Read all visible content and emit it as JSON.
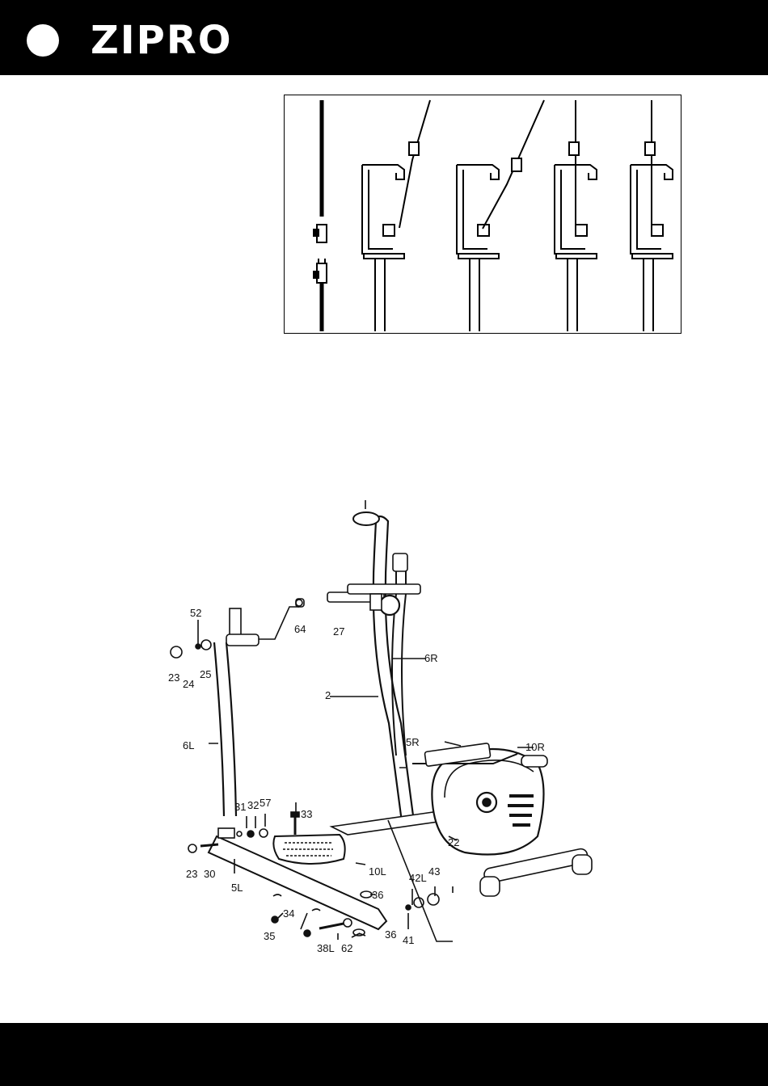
{
  "brand": {
    "name": "ZIPRO"
  },
  "parts": [
    {
      "id": "p52",
      "label": "52"
    },
    {
      "id": "p23a",
      "label": "23"
    },
    {
      "id": "p24",
      "label": "24"
    },
    {
      "id": "p25",
      "label": "25"
    },
    {
      "id": "p64",
      "label": "64"
    },
    {
      "id": "p27",
      "label": "27"
    },
    {
      "id": "p6R",
      "label": "6R"
    },
    {
      "id": "p2",
      "label": "2"
    },
    {
      "id": "p6L",
      "label": "6L"
    },
    {
      "id": "p5R",
      "label": "5R"
    },
    {
      "id": "p10R",
      "label": "10R"
    },
    {
      "id": "p31",
      "label": "31"
    },
    {
      "id": "p32",
      "label": "32"
    },
    {
      "id": "p57",
      "label": "57"
    },
    {
      "id": "p33",
      "label": "33"
    },
    {
      "id": "p22",
      "label": "22"
    },
    {
      "id": "p23b",
      "label": "23"
    },
    {
      "id": "p30",
      "label": "30"
    },
    {
      "id": "p10L",
      "label": "10L"
    },
    {
      "id": "p42L",
      "label": "42L"
    },
    {
      "id": "p43",
      "label": "43"
    },
    {
      "id": "p5L",
      "label": "5L"
    },
    {
      "id": "p36a",
      "label": "36"
    },
    {
      "id": "p34",
      "label": "34"
    },
    {
      "id": "p35",
      "label": "35"
    },
    {
      "id": "p38L",
      "label": "38L"
    },
    {
      "id": "p62",
      "label": "62"
    },
    {
      "id": "p36b",
      "label": "36"
    },
    {
      "id": "p41",
      "label": "41"
    }
  ]
}
